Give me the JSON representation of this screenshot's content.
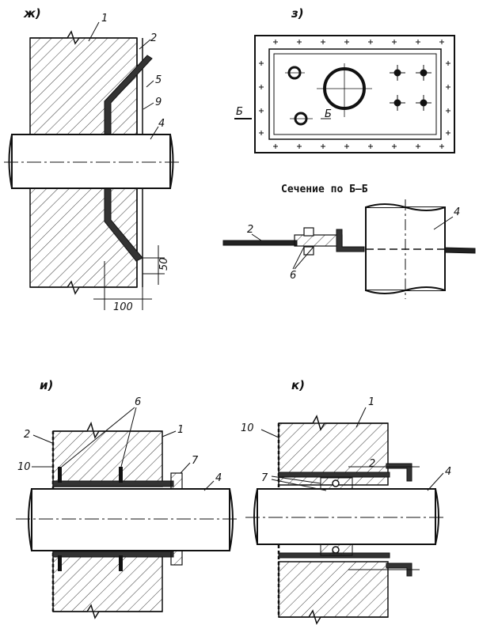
{
  "figure_labels": {
    "zh": "ж)",
    "z": "з)",
    "i": "и)",
    "k": "к)"
  },
  "section_title": "Сечение по  Б–Б",
  "section_mark": "Б",
  "part_numbers": {
    "concrete": "1",
    "sheet": "2",
    "pipe": "4",
    "flashing": "5",
    "bolt": "6",
    "flange": "7",
    "cover": "9",
    "lining": "10"
  },
  "dimensions": {
    "width": "100",
    "height": "50"
  },
  "colors": {
    "ink": "#111111",
    "paper": "#ffffff"
  }
}
